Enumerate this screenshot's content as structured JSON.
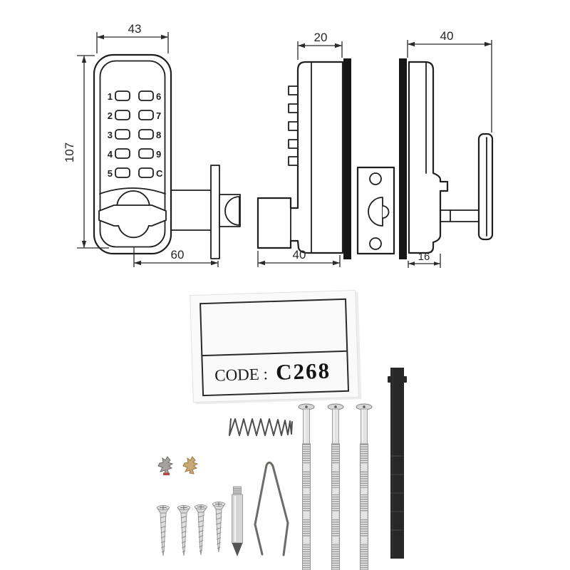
{
  "product": "keypad-door-lock-diagram-and-kit",
  "diagram": {
    "front_view": {
      "width_mm": "43",
      "height_mm": "107",
      "backset_mm": "60",
      "keypad_rows": [
        {
          "left": "1",
          "right": "6"
        },
        {
          "left": "2",
          "right": "7"
        },
        {
          "left": "3",
          "right": "8"
        },
        {
          "left": "4",
          "right": "9"
        },
        {
          "left": "5",
          "right": "C"
        }
      ]
    },
    "exterior_side_view": {
      "depth_mm": "20",
      "knob_depth_mm": "40"
    },
    "interior_side_view": {
      "depth_mm": "40",
      "handle_depth_mm": "16"
    }
  },
  "package_card": {
    "code_label": "CODE :",
    "code_value": "C268"
  },
  "hardware_kit": {
    "items": [
      {
        "name": "coil-spring",
        "qty": 1
      },
      {
        "name": "cam-silver",
        "qty": 1
      },
      {
        "name": "cam-brass",
        "qty": 1
      },
      {
        "name": "self-tapping-screw",
        "qty": 4
      },
      {
        "name": "spindle-pin",
        "qty": 1
      },
      {
        "name": "v-spring-clip",
        "qty": 1
      },
      {
        "name": "connecting-bolt",
        "qty": 3
      },
      {
        "name": "square-spindle-rod",
        "qty": 1
      }
    ]
  },
  "colors": {
    "background": "#ffffff",
    "diagram_line": "#1f1f1f",
    "black_fill": "#161616",
    "metal_light": "#e2e2e2",
    "metal_mid": "#c7c7c7",
    "brass": "#c9a873",
    "red_accent": "#b0493f",
    "rod_black": "#272727"
  }
}
